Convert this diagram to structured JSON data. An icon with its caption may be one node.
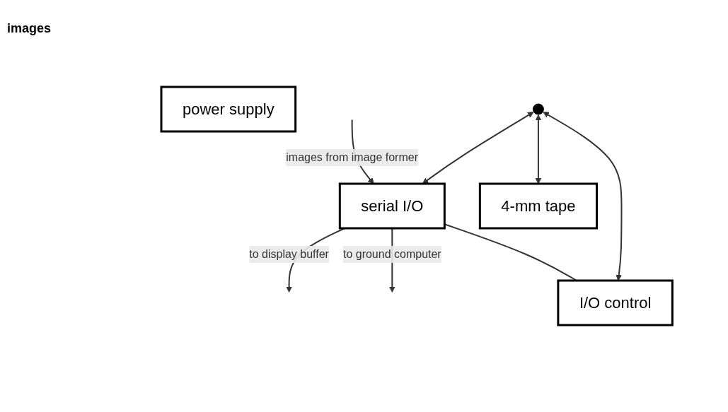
{
  "diagram": {
    "nodes": [
      {
        "text": [
          "serial I/O"
        ]
      },
      {
        "text": [
          "I/O control"
        ]
      },
      {
        "text": [
          "power supply"
        ]
      },
      {
        "text": [
          "4-mm tape"
        ]
      },
      {
        "text": [],
        "shape": "circle"
      }
    ],
    "edges": [
      {
        "from": null,
        "to": 0,
        "arrow": "to",
        "label": "images from image former"
      },
      {
        "from": 0,
        "to": null,
        "arrow": "to",
        "label": "to display buffer"
      },
      {
        "from": 0,
        "to": null,
        "arrow": "to",
        "label": "to ground computer"
      },
      {
        "from": 0,
        "to": 1,
        "arrow": "none"
      },
      {
        "from": 4,
        "to": 0,
        "arrow": "both"
      },
      {
        "from": 4,
        "to": 1,
        "arrow": "both"
      },
      {
        "from": 4,
        "to": 3,
        "arrow": "both"
      }
    ],
    "labels": [
      "images"
    ]
  }
}
